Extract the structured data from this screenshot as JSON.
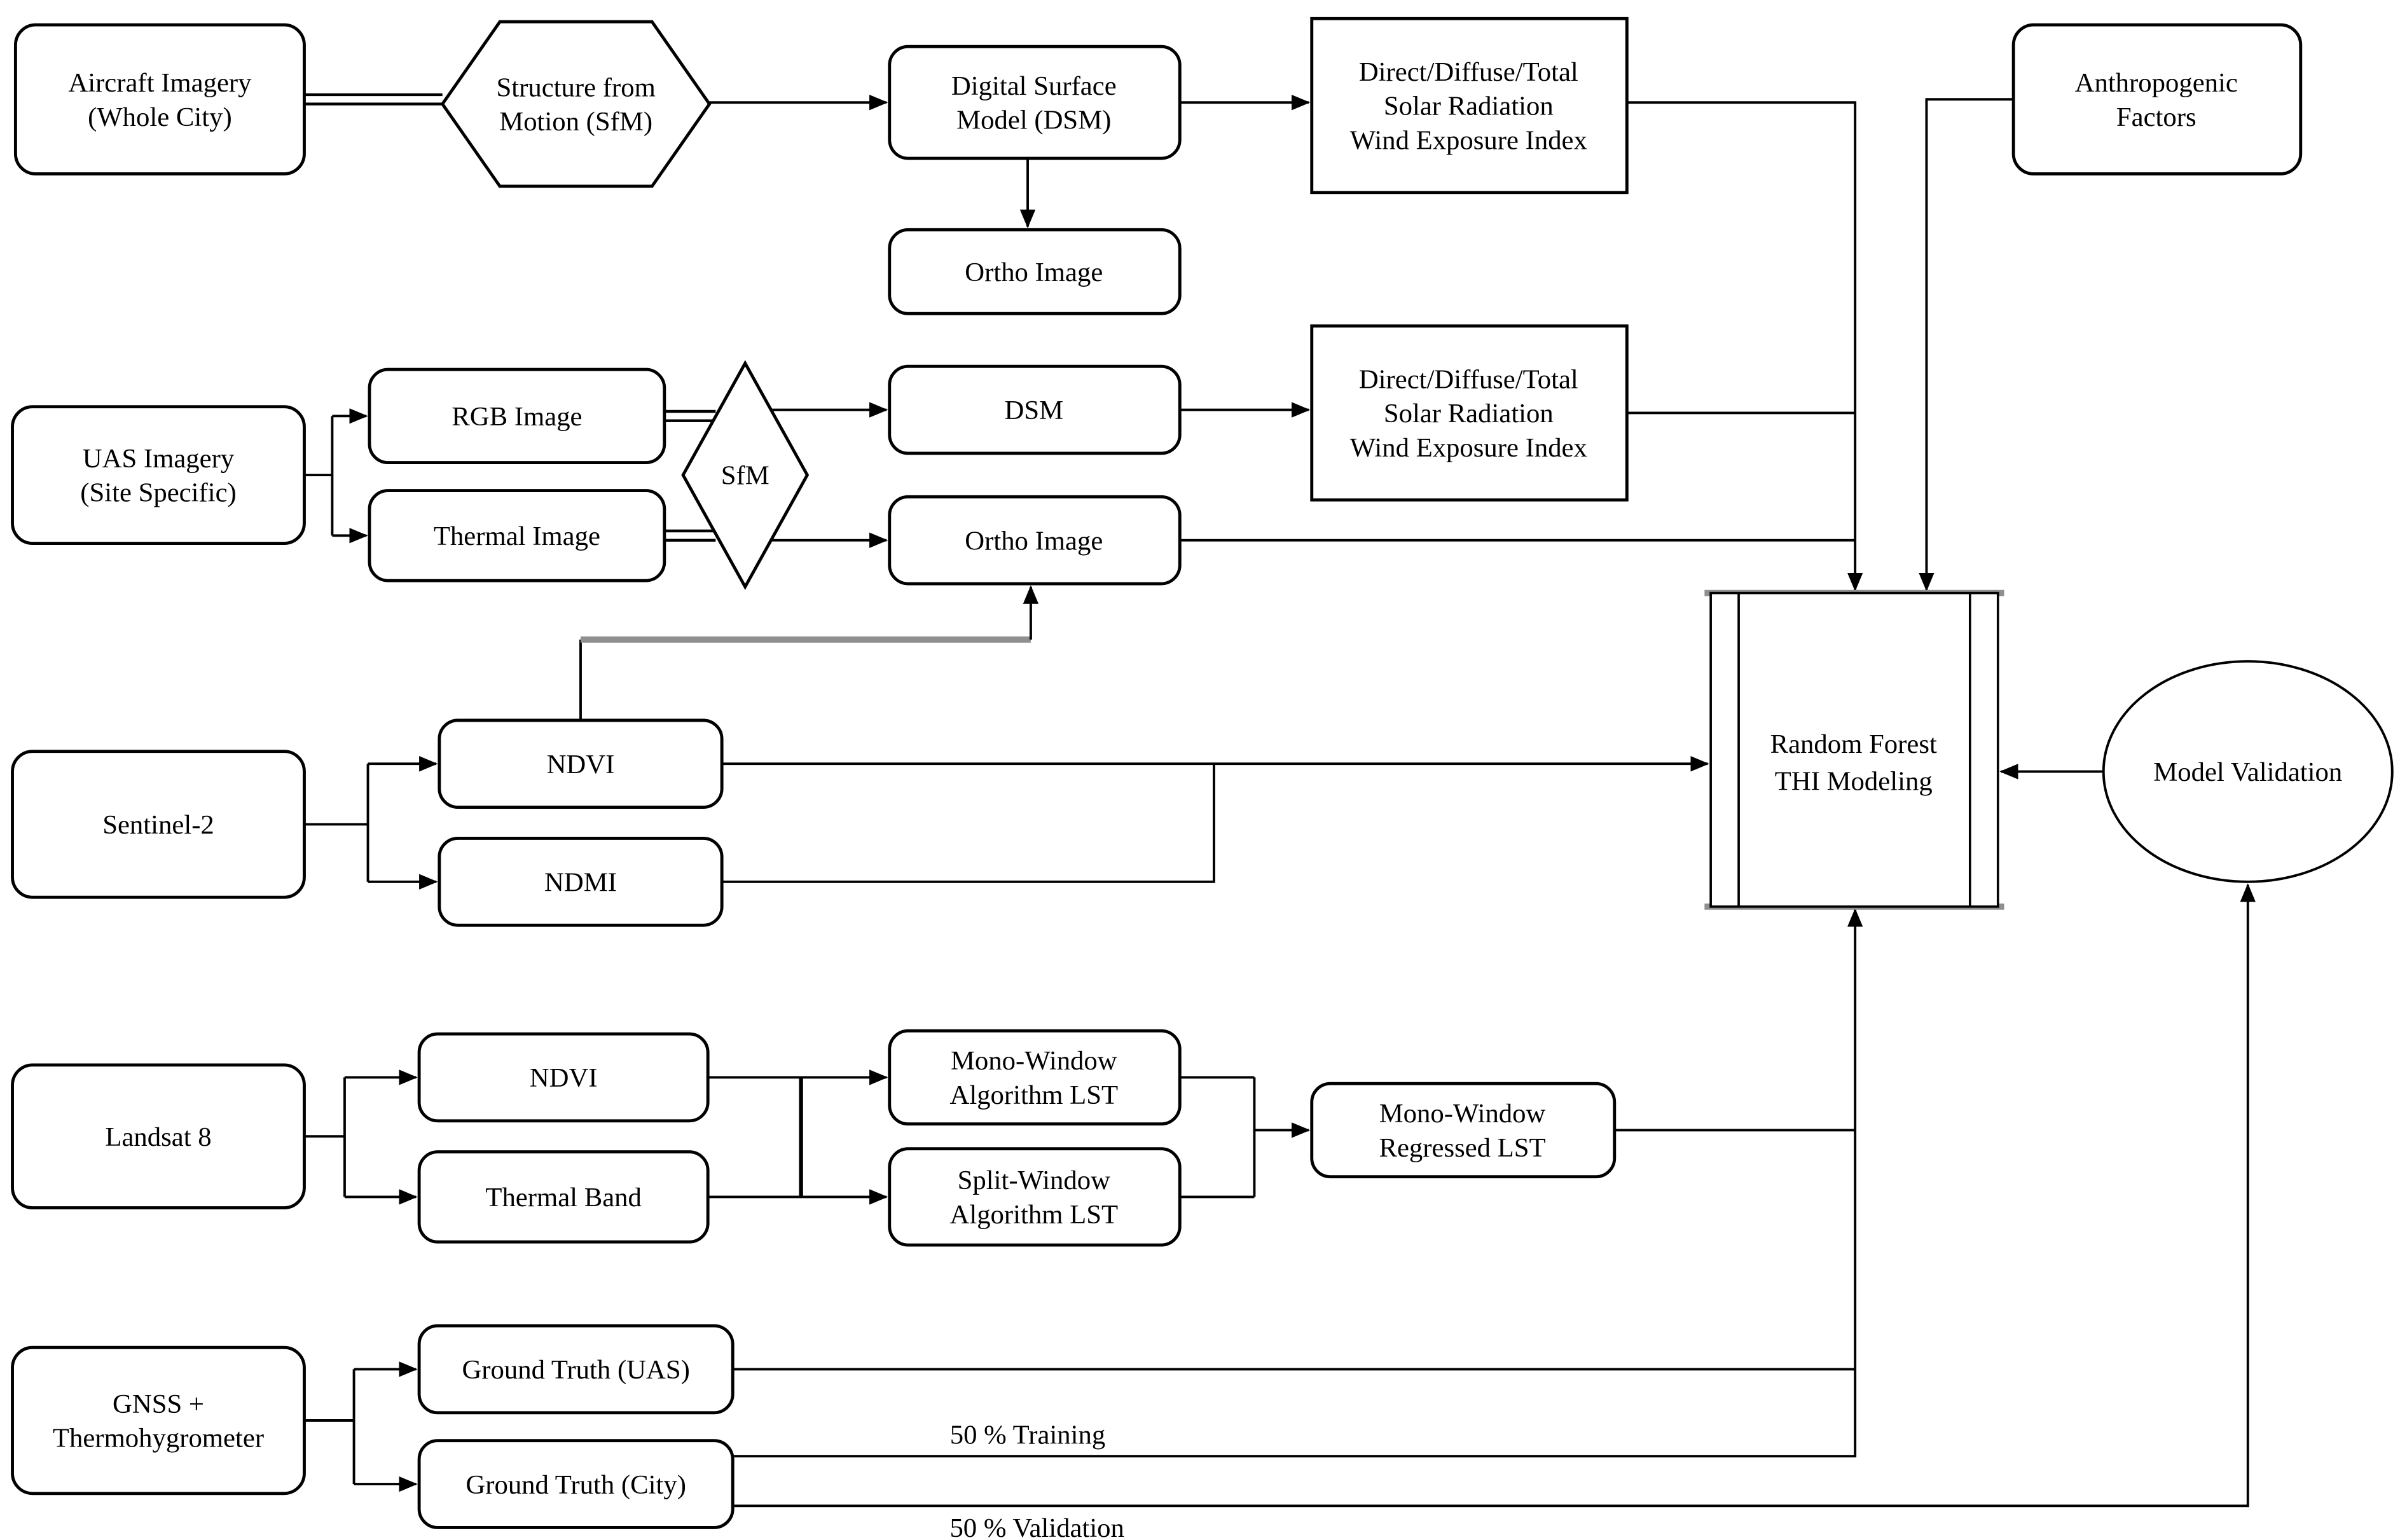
{
  "diagram": {
    "background_color": "#ffffff",
    "line_color": "#000000",
    "shadow_color": "#8f8f8f"
  },
  "nodes": {
    "aircraft_imagery": {
      "lines": [
        "Aircraft Imagery",
        "(Whole City)"
      ]
    },
    "structure_from_motion": {
      "lines": [
        "Structure from",
        "Motion (SfM)"
      ]
    },
    "digital_surface_model": {
      "lines": [
        "Digital Surface",
        "Model (DSM)"
      ]
    },
    "solar_wind_city": {
      "lines": [
        "Direct/Diffuse/Total",
        "Solar Radiation",
        "Wind Exposure Index"
      ]
    },
    "anthropogenic_factors": {
      "lines": [
        "Anthropogenic",
        "Factors"
      ]
    },
    "ortho_image_city": {
      "lines": [
        "Ortho Image"
      ]
    },
    "uas_imagery": {
      "lines": [
        "UAS Imagery",
        "(Site Specific)"
      ]
    },
    "rgb_image": {
      "lines": [
        "RGB Image"
      ]
    },
    "thermal_image": {
      "lines": [
        "Thermal Image"
      ]
    },
    "sfm_diamond": {
      "lines": [
        "SfM"
      ]
    },
    "dsm_uas": {
      "lines": [
        "DSM"
      ]
    },
    "solar_wind_uas": {
      "lines": [
        "Direct/Diffuse/Total",
        "Solar Radiation",
        "Wind Exposure Index"
      ]
    },
    "ortho_image_uas": {
      "lines": [
        "Ortho Image"
      ]
    },
    "sentinel2": {
      "lines": [
        "Sentinel-2"
      ]
    },
    "ndvi_sentinel": {
      "lines": [
        "NDVI"
      ]
    },
    "ndmi": {
      "lines": [
        "NDMI"
      ]
    },
    "random_forest": {
      "lines": [
        "Random Forest",
        "THI Modeling"
      ]
    },
    "model_validation": {
      "lines": [
        "Model Validation"
      ]
    },
    "landsat8": {
      "lines": [
        "Landsat 8"
      ]
    },
    "ndvi_landsat": {
      "lines": [
        "NDVI"
      ]
    },
    "thermal_band": {
      "lines": [
        "Thermal Band"
      ]
    },
    "mono_window_lst": {
      "lines": [
        "Mono-Window",
        "Algorithm LST"
      ]
    },
    "split_window_lst": {
      "lines": [
        "Split-Window",
        "Algorithm LST"
      ]
    },
    "mono_window_regressed": {
      "lines": [
        "Mono-Window",
        "Regressed LST"
      ]
    },
    "gnss_thermohygrometer": {
      "lines": [
        "GNSS +",
        "Thermohygrometer"
      ]
    },
    "ground_truth_uas": {
      "lines": [
        "Ground Truth (UAS)"
      ]
    },
    "ground_truth_city": {
      "lines": [
        "Ground Truth (City)"
      ]
    }
  },
  "edge_labels": {
    "training": "50 % Training",
    "validation": "50 % Validation"
  }
}
